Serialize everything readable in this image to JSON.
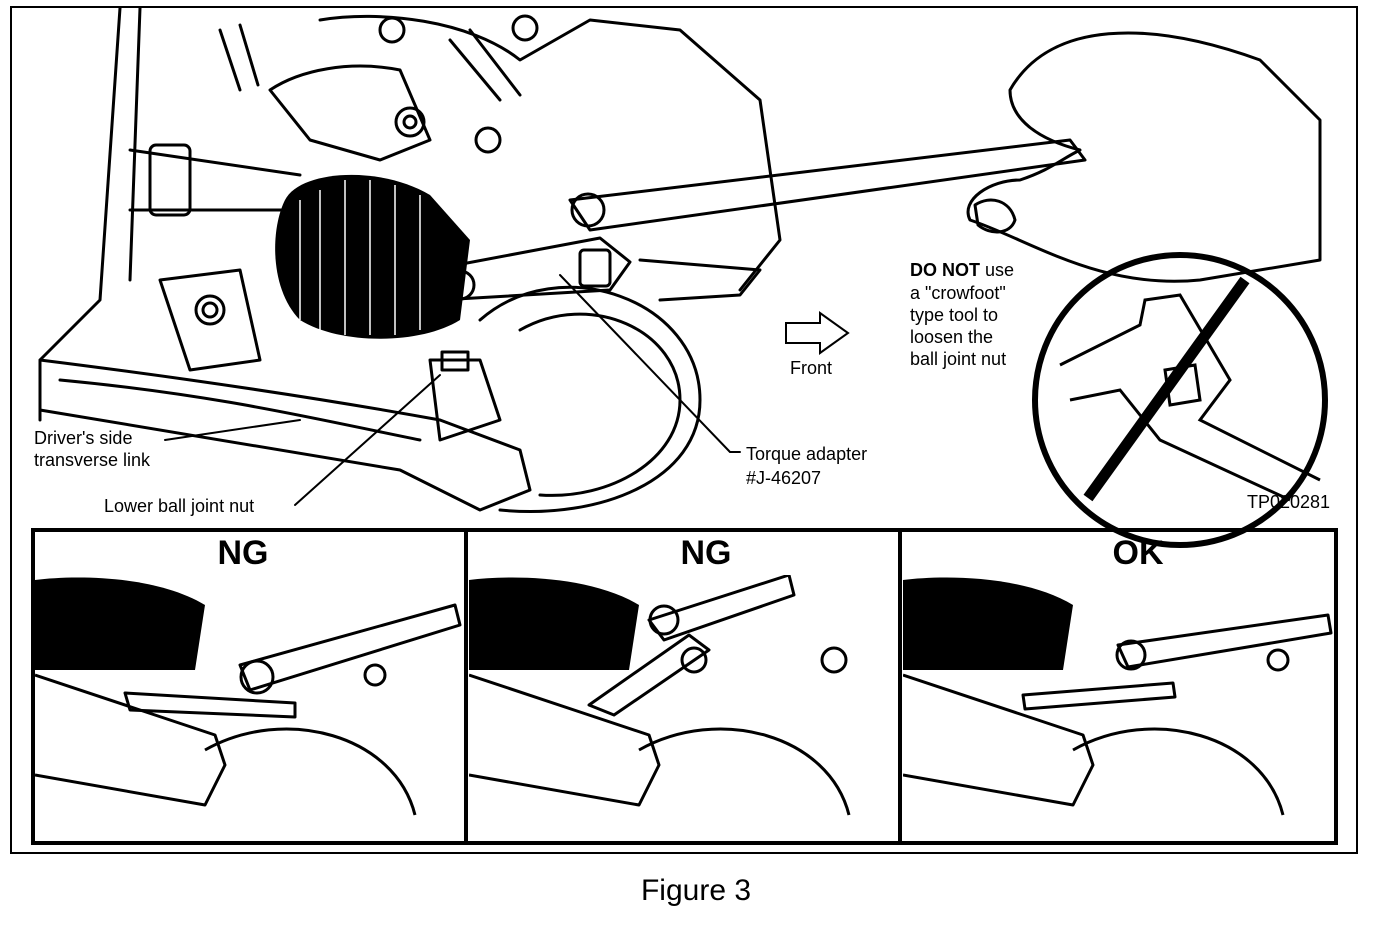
{
  "labels": {
    "drivers_side_line1": "Driver's side",
    "drivers_side_line2": "transverse link",
    "lower_ball_joint_nut": "Lower ball joint nut",
    "torque_adapter_line1": "Torque adapter",
    "torque_adapter_line2": "#J-46207",
    "front": "Front",
    "warning_bold": "DO NOT",
    "warning_rest1": " use",
    "warning_line2": "a \"crowfoot\"",
    "warning_line3": "type tool to",
    "warning_line4": "loosen the",
    "warning_line5": "ball joint nut",
    "figure_code": "TP020281"
  },
  "panels": [
    {
      "title": "NG"
    },
    {
      "title": "NG"
    },
    {
      "title": "OK"
    }
  ],
  "caption": "Figure 3"
}
